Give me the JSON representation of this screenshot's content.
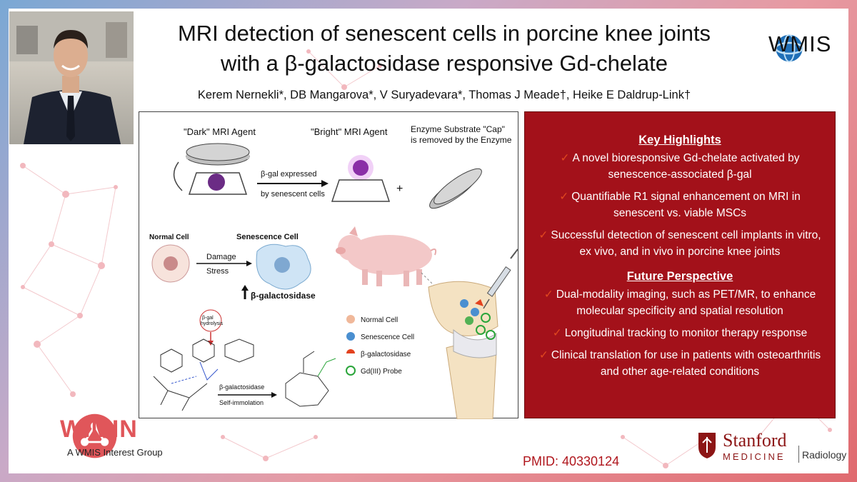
{
  "poster": {
    "title_line1": "MRI detection of senescent cells in porcine knee joints",
    "title_line2": "with a β-galactosidase responsive Gd-chelate",
    "authors": "Kerem Nernekli*, DB Mangarova*, V Suryadevara*, Thomas J Meade†, Heike E Daldrup-Link†",
    "pmid": "PMID: 40330124"
  },
  "logos": {
    "wmis": "WMIS",
    "wimin": "WIMIN",
    "wimin_tagline": "A WMIS Interest Group",
    "stanford": "Stanford",
    "medicine": "MEDICINE",
    "radiology": "Radiology"
  },
  "figure": {
    "dark_agent": "\"Dark\" MRI Agent",
    "bright_agent": "\"Bright\" MRI Agent",
    "cap_line1": "Enzyme Substrate \"Cap\"",
    "cap_line2": "is removed by the Enzyme",
    "arrow_line1": "β-gal expressed",
    "arrow_line2": "by senescent cells",
    "plus": "+",
    "normal_cell": "Normal Cell",
    "senescence_cell": "Senescence Cell",
    "damage": "Damage",
    "stress": "Stress",
    "bgalactosidase": "β-galactosidase",
    "hydrolysis_line1": "β-gal",
    "hydrolysis_line2": "hydrolysis",
    "reaction_line1": "β-galactosidase",
    "reaction_line2": "Self-immolation",
    "legend": [
      {
        "label": "Normal Cell",
        "color": "#f0b89a"
      },
      {
        "label": "Senescence Cell",
        "color": "#4a8fd0"
      },
      {
        "label": "β-galactosidase",
        "color": "#e3421e"
      },
      {
        "label": "Gd(III) Probe",
        "color": "#2aa53a"
      }
    ]
  },
  "highlights": {
    "key_heading": "Key Highlights",
    "key_items": [
      "A novel bioresponsive Gd-chelate activated by senescence-associated β-gal",
      "Quantifiable R1 signal enhancement on MRI in senescent vs. viable MSCs",
      "Successful detection of senescent cell implants in vitro, ex vivo, and in vivo in porcine knee joints"
    ],
    "future_heading": "Future Perspective",
    "future_items": [
      "Dual-modality imaging, such as PET/MR, to enhance molecular specificity and spatial resolution",
      "Longitudinal tracking to monitor therapy response",
      "Clinical translation for use in patients with osteoarthritis and other age-related conditions"
    ],
    "check_glyph": "✓"
  },
  "colors": {
    "highlight_bg": "#a3111a",
    "check": "#e0471f",
    "wimin_red": "#e0565a",
    "stanford_red": "#8c1515"
  }
}
